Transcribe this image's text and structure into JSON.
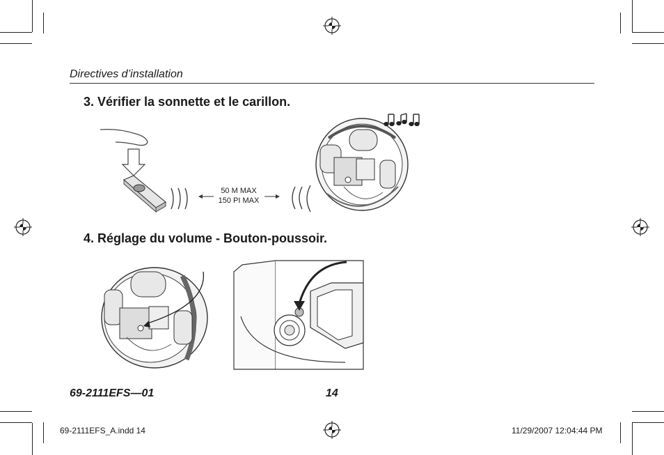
{
  "header": {
    "title": "Directives d’installation"
  },
  "steps": [
    {
      "text": "3.  Vérifier la sonnette et le carillon."
    },
    {
      "text": "4.  Réglage du volume - Bouton-poussoir."
    }
  ],
  "figure1": {
    "range_metric": "50 M MAX",
    "range_imperial": "150 PI MAX",
    "music_icon": "music-notes-icon"
  },
  "footer": {
    "doc_number": "69-2111EFS—01",
    "page_number": "14"
  },
  "slug": {
    "file": "69-2111EFS_A.indd   14",
    "timestamp": "11/29/2007   12:04:44 PM"
  }
}
